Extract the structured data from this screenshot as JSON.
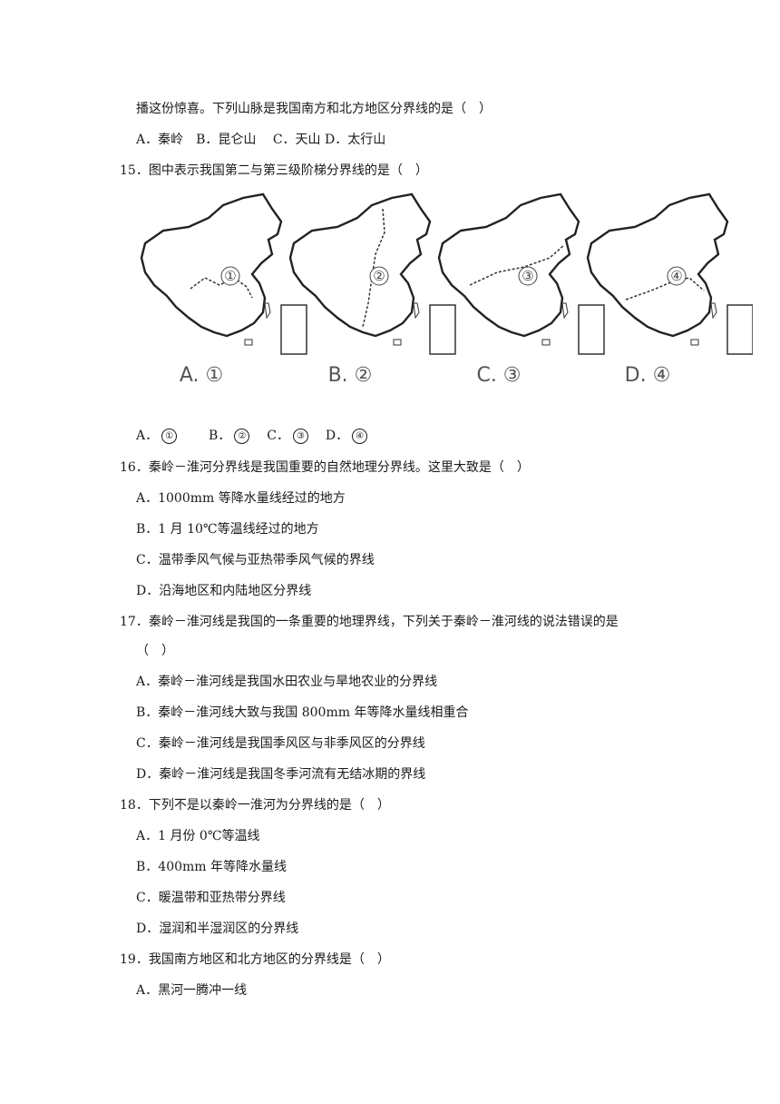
{
  "q14": {
    "stem_cont": "播这份惊喜。下列山脉是我国南方和北方地区分界线的是（　）",
    "options": "A．秦岭　B．昆仑山　 C．天山 D．太行山"
  },
  "q15": {
    "stem": "15．图中表示我国第二与第三级阶梯分界线的是（　）",
    "figure_labels": [
      "A. ①",
      "B. ②",
      "C. ③",
      "D. ④"
    ],
    "map_numbers": [
      "①",
      "②",
      "③",
      "④"
    ],
    "options": [
      {
        "letter": "A．",
        "value": "①"
      },
      {
        "letter": "B．",
        "value": "②"
      },
      {
        "letter": "C．",
        "value": "③"
      },
      {
        "letter": "D．",
        "value": "④"
      }
    ]
  },
  "q16": {
    "stem": "16．秦岭－淮河分界线是我国重要的自然地理分界线。这里大致是（　）",
    "options": [
      "A．1000mm 等降水量线经过的地方",
      "B．1 月 10℃等温线经过的地方",
      "C．温带季风气候与亚热带季风气候的界线",
      "D．沿海地区和内陆地区分界线"
    ]
  },
  "q17": {
    "stem": "17．秦岭－淮河线是我国的一条重要的地理界线，下列关于秦岭－淮河线的说法错误的是",
    "stem_cont": "（　）",
    "options": [
      "A．秦岭－淮河线是我国水田农业与旱地农业的分界线",
      "B．秦岭－淮河线大致与我国 800mm 年等降水量线相重合",
      "C．秦岭－淮河线是我国季风区与非季风区的分界线",
      "D．秦岭－淮河线是我国冬季河流有无结冰期的界线"
    ]
  },
  "q18": {
    "stem": "18．下列不是以秦岭一淮河为分界线的是（　）",
    "options": [
      "A．1 月份 0℃等温线",
      "B．400mm 年等降水量线",
      "C．暖温带和亚热带分界线",
      "D．湿润和半湿润区的分界线"
    ]
  },
  "q19": {
    "stem": "19．我国南方地区和北方地区的分界线是（　）",
    "options": [
      "A．黑河一腾冲一线"
    ]
  }
}
